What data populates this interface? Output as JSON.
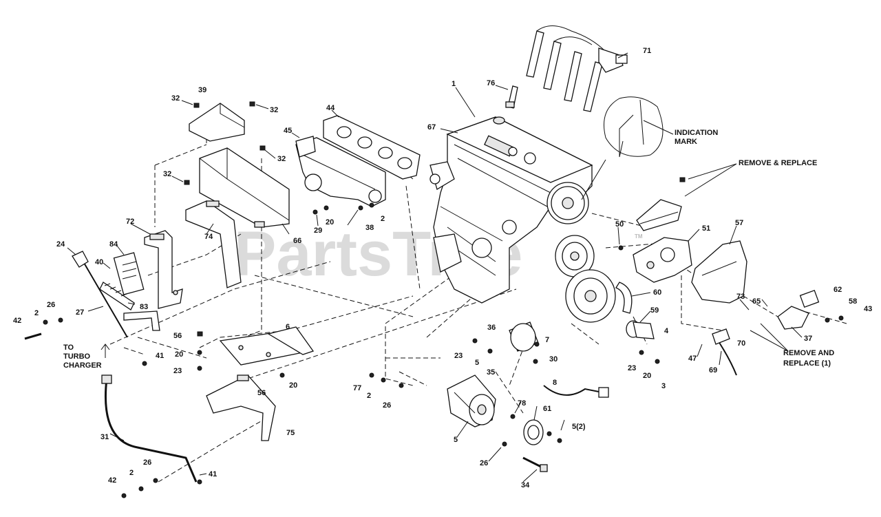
{
  "watermark": "PartsTree",
  "trademark": "TM",
  "notes": {
    "indication_mark": [
      "INDICATION",
      "MARK"
    ],
    "remove_replace": "REMOVE & REPLACE",
    "remove_replace_1": [
      "REMOVE AND",
      "REPLACE (1)"
    ],
    "to_turbo": [
      "TO",
      "TURBO",
      "CHARGER"
    ]
  },
  "callouts": [
    {
      "id": "c1",
      "text": "1"
    },
    {
      "id": "c2",
      "text": "71"
    },
    {
      "id": "c3",
      "text": "76"
    },
    {
      "id": "c4",
      "text": "67"
    },
    {
      "id": "c5",
      "text": "44"
    },
    {
      "id": "c6",
      "text": "45"
    },
    {
      "id": "c7",
      "text": "39"
    },
    {
      "id": "c8",
      "text": "32"
    },
    {
      "id": "c9",
      "text": "32"
    },
    {
      "id": "c10",
      "text": "32"
    },
    {
      "id": "c11",
      "text": "32"
    },
    {
      "id": "c12",
      "text": "29"
    },
    {
      "id": "c13",
      "text": "20"
    },
    {
      "id": "c14",
      "text": "38"
    },
    {
      "id": "c15",
      "text": "2"
    },
    {
      "id": "c16",
      "text": "74"
    },
    {
      "id": "c17",
      "text": "66"
    },
    {
      "id": "c18",
      "text": "72"
    },
    {
      "id": "c19",
      "text": "24"
    },
    {
      "id": "c20",
      "text": "84"
    },
    {
      "id": "c21",
      "text": "40"
    },
    {
      "id": "c22",
      "text": "83"
    },
    {
      "id": "c23",
      "text": "27"
    },
    {
      "id": "c24",
      "text": "26"
    },
    {
      "id": "c25",
      "text": "2"
    },
    {
      "id": "c26",
      "text": "42"
    },
    {
      "id": "c27",
      "text": "41"
    },
    {
      "id": "c28",
      "text": "50"
    },
    {
      "id": "c29",
      "text": "51"
    },
    {
      "id": "c30",
      "text": "57"
    },
    {
      "id": "c31",
      "text": "60"
    },
    {
      "id": "c32",
      "text": "59"
    },
    {
      "id": "c33",
      "text": "4"
    },
    {
      "id": "c34",
      "text": "23"
    },
    {
      "id": "c35",
      "text": "20"
    },
    {
      "id": "c36",
      "text": "3"
    },
    {
      "id": "c37",
      "text": "36"
    },
    {
      "id": "c38",
      "text": "7"
    },
    {
      "id": "c39",
      "text": "30"
    },
    {
      "id": "c40",
      "text": "8"
    },
    {
      "id": "c41",
      "text": "23"
    },
    {
      "id": "c42",
      "text": "5"
    },
    {
      "id": "c43",
      "text": "35"
    },
    {
      "id": "c44",
      "text": "6"
    },
    {
      "id": "c45",
      "text": "56"
    },
    {
      "id": "c46",
      "text": "20"
    },
    {
      "id": "c47",
      "text": "23"
    },
    {
      "id": "c48",
      "text": "56"
    },
    {
      "id": "c49",
      "text": "20"
    },
    {
      "id": "c50",
      "text": "75"
    },
    {
      "id": "c51",
      "text": "77"
    },
    {
      "id": "c52",
      "text": "2"
    },
    {
      "id": "c53",
      "text": "26"
    },
    {
      "id": "c54",
      "text": "5"
    },
    {
      "id": "c55",
      "text": "78"
    },
    {
      "id": "c56",
      "text": "61"
    },
    {
      "id": "c57",
      "text": "5(2)"
    },
    {
      "id": "c58",
      "text": "26"
    },
    {
      "id": "c59",
      "text": "34"
    },
    {
      "id": "c60",
      "text": "31"
    },
    {
      "id": "c61",
      "text": "26"
    },
    {
      "id": "c62",
      "text": "2"
    },
    {
      "id": "c63",
      "text": "42"
    },
    {
      "id": "c64",
      "text": "41"
    },
    {
      "id": "c65",
      "text": "73"
    },
    {
      "id": "c66",
      "text": "65"
    },
    {
      "id": "c67",
      "text": "62"
    },
    {
      "id": "c68",
      "text": "58"
    },
    {
      "id": "c69",
      "text": "43"
    },
    {
      "id": "c70",
      "text": "37"
    },
    {
      "id": "c71",
      "text": "47"
    },
    {
      "id": "c72",
      "text": "70"
    },
    {
      "id": "c73",
      "text": "69"
    }
  ]
}
